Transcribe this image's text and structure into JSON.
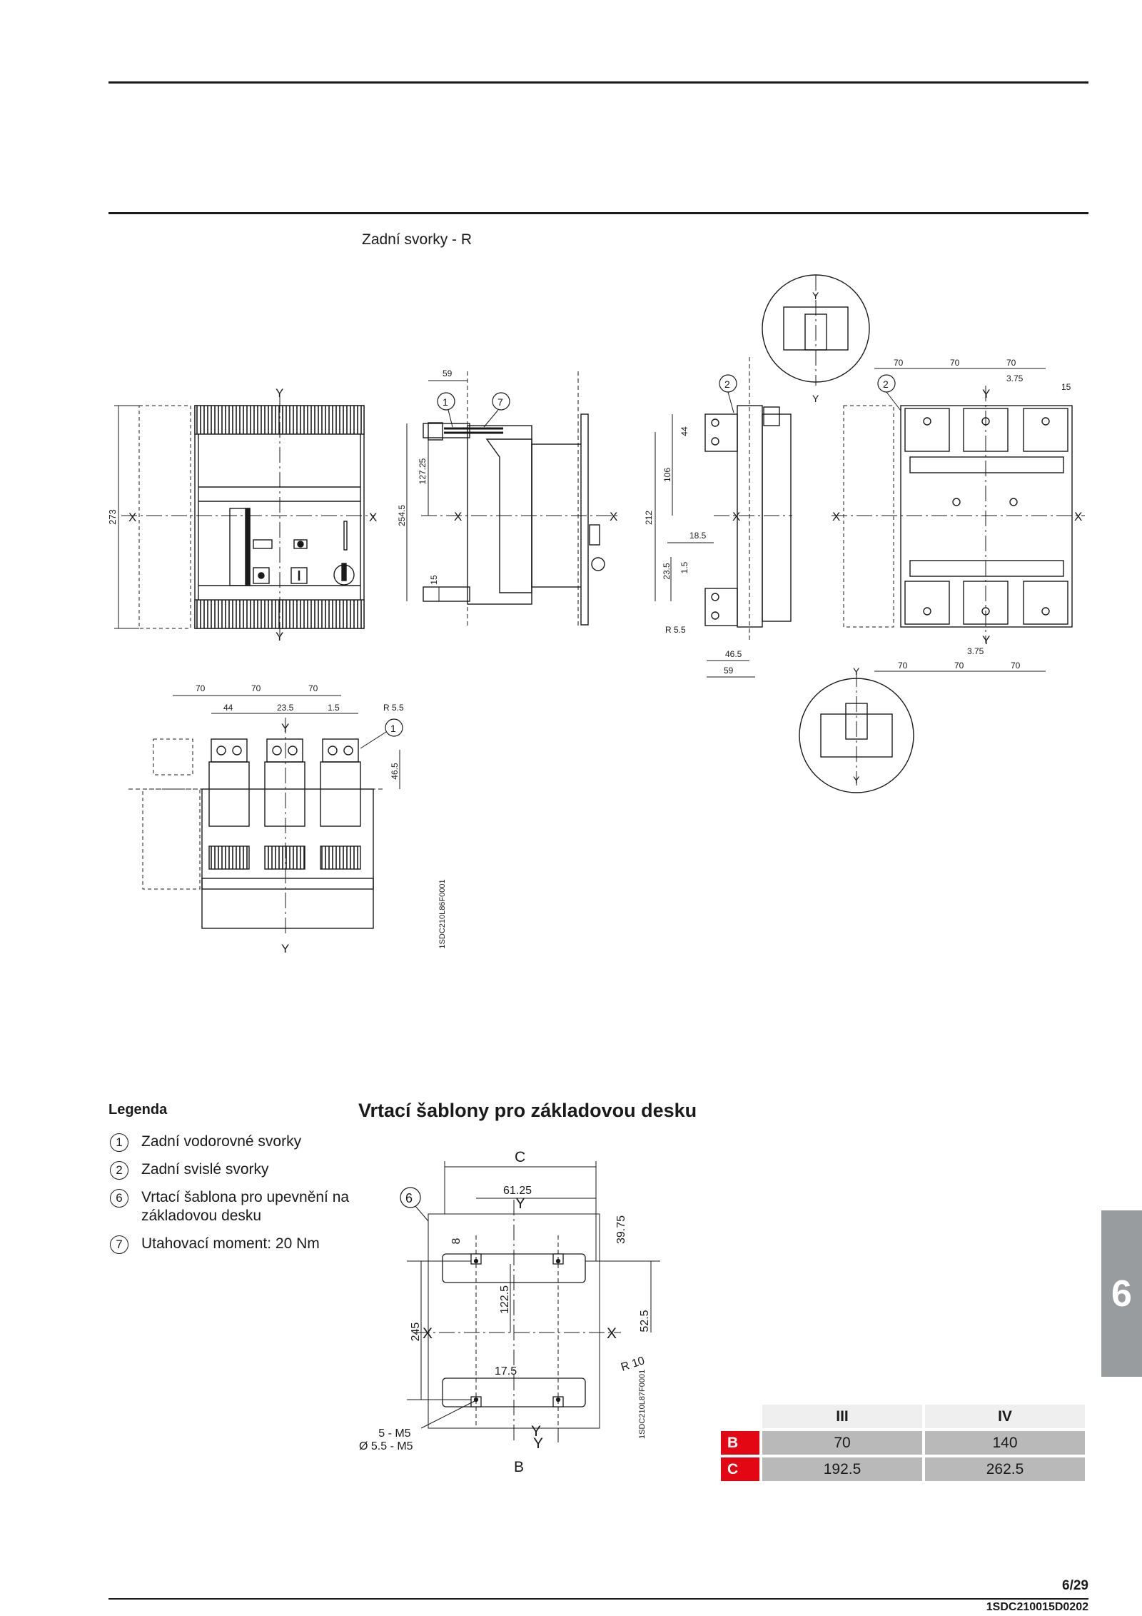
{
  "drawing": {
    "caption": "Zadní svorky - R",
    "front_view": {
      "axis_x": "X",
      "axis_y": "Y",
      "dim_height": "273"
    },
    "side_view_left": {
      "circle_1": "1",
      "circle_7": "7",
      "dim_top": "59",
      "dim_total": "254.5",
      "dim_upper": "127.25",
      "dim_lower": "15",
      "axis_x": "X"
    },
    "side_view_right": {
      "circle_2": "2",
      "dim_44": "44",
      "dim_106": "106",
      "dim_212": "212",
      "dim_18_5": "18.5",
      "dim_23_5": "23.5",
      "dim_1_5": "1.5",
      "dim_r": "R 5.5",
      "dim_46_5": "46.5",
      "dim_59": "59",
      "axis_x": "X"
    },
    "rear_view": {
      "circle_2": "2",
      "dim_70": "70",
      "dim_3_75": "3.75",
      "dim_15": "15",
      "axis_x": "X",
      "axis_y": "Y"
    },
    "top_view": {
      "dim_70": "70",
      "dim_44": "44",
      "dim_23_5": "23.5",
      "dim_1_5": "1.5",
      "dim_r": "R 5.5",
      "dim_46_5": "46.5",
      "circle_1": "1",
      "axis_y": "Y",
      "code": "1SDC210L86F0001"
    }
  },
  "legend": {
    "title": "Legenda",
    "items": [
      {
        "num": "1",
        "text": "Zadní vodorovné svorky"
      },
      {
        "num": "2",
        "text": "Zadní svislé svorky"
      },
      {
        "num": "6",
        "text": "Vrtací šablona pro upevnění na základovou desku"
      },
      {
        "num": "7",
        "text": "Utahovací moment: 20 Nm"
      }
    ]
  },
  "drilling": {
    "title": "Vrtací šablony pro základovou desku",
    "labels": {
      "c": "C",
      "b": "B",
      "x": "X",
      "y": "Y",
      "circle_6": "6",
      "d61": "61.25",
      "d39": "39.75",
      "d8": "8",
      "d122": "122.5",
      "d245": "245",
      "d52": "52.5",
      "d17": "17.5",
      "r10": "R 10",
      "hole": "Ø 5.5 - M5",
      "code": "1SDC210L87F0001"
    }
  },
  "table": {
    "columns": [
      "III",
      "IV"
    ],
    "rows": [
      {
        "label": "B",
        "values": [
          "70",
          "140"
        ]
      },
      {
        "label": "C",
        "values": [
          "192.5",
          "262.5"
        ]
      }
    ]
  },
  "section_tab": "6",
  "footer": {
    "page": "6/29",
    "code": "1SDC210015D0202"
  }
}
